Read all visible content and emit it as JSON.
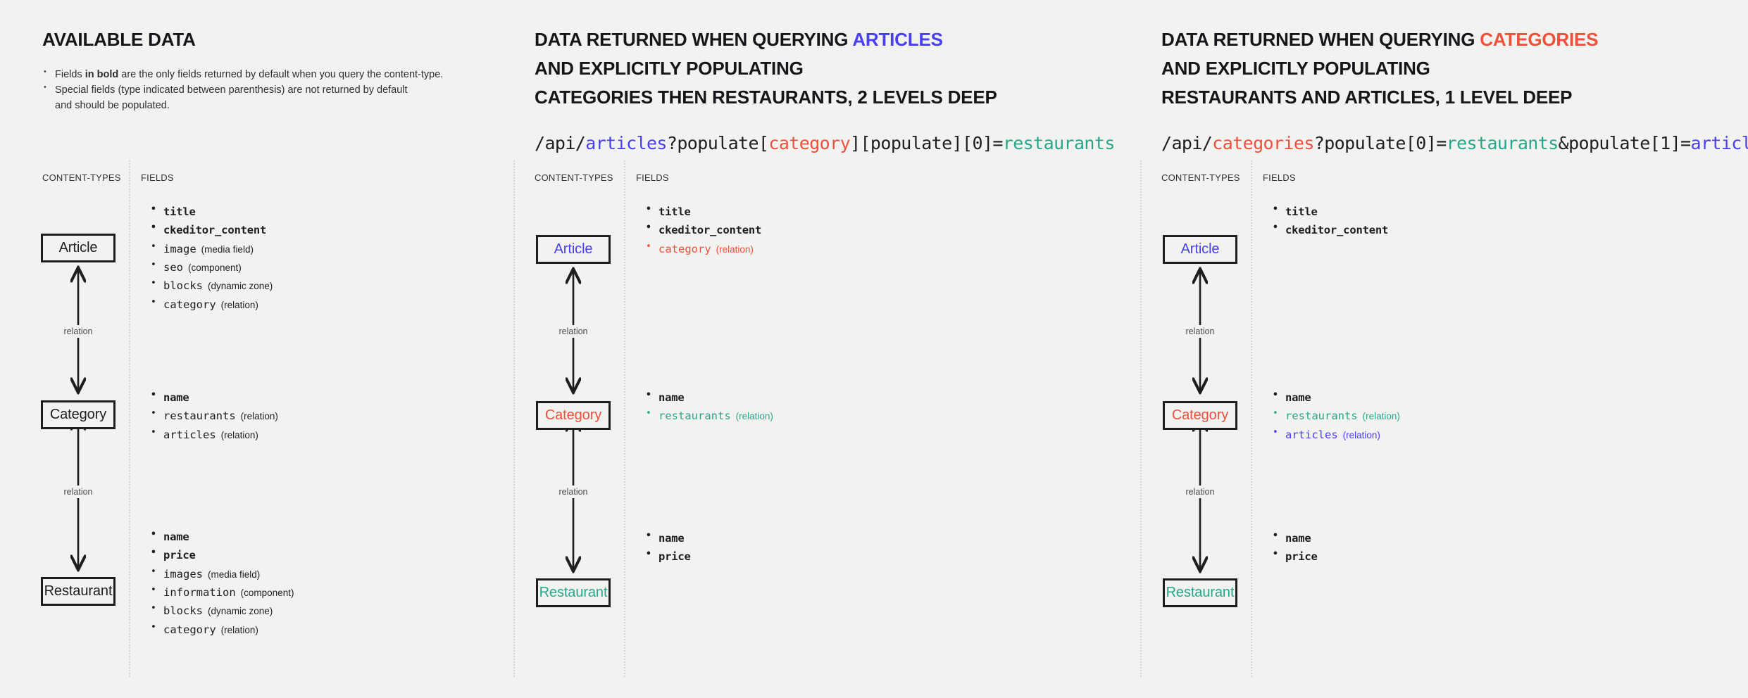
{
  "meta": {
    "background": "#f2f2f1",
    "accent_blue": "#4840ee",
    "accent_red": "#ef5039",
    "accent_teal": "#27a68a"
  },
  "panels": [
    {
      "id": "available-data",
      "title_line1": "AVAILABLE DATA",
      "bullets": [
        {
          "pre": "Fields ",
          "bold": "in bold",
          "post": " are the only fields returned by default when you query the content-type."
        },
        {
          "pre": "Special fields (type indicated between parenthesis) are not returned by default",
          "bold": "",
          "post": ""
        },
        {
          "cont": "and should be populated."
        }
      ],
      "col_labels": {
        "content_types": "CONTENT-TYPES",
        "fields": "FIELDS"
      },
      "nodes": [
        {
          "name": "Article",
          "color": "default"
        },
        {
          "name": "Category",
          "color": "default"
        },
        {
          "name": "Restaurant",
          "color": "default"
        }
      ],
      "relation_labels": [
        "relation",
        "relation"
      ],
      "field_groups": [
        {
          "for": "Article",
          "items": [
            {
              "name": "title",
              "type": "",
              "bold": true,
              "color": "default"
            },
            {
              "name": "ckeditor_content",
              "type": "",
              "bold": true,
              "color": "default"
            },
            {
              "name": "image",
              "type": "(media field)",
              "bold": false,
              "color": "default"
            },
            {
              "name": "seo",
              "type": "(component)",
              "bold": false,
              "color": "default"
            },
            {
              "name": "blocks",
              "type": "(dynamic zone)",
              "bold": false,
              "color": "default"
            },
            {
              "name": "category",
              "type": "(relation)",
              "bold": false,
              "color": "default"
            }
          ]
        },
        {
          "for": "Category",
          "items": [
            {
              "name": "name",
              "type": "",
              "bold": true,
              "color": "default"
            },
            {
              "name": "restaurants",
              "type": "(relation)",
              "bold": false,
              "color": "default"
            },
            {
              "name": "articles",
              "type": "(relation)",
              "bold": false,
              "color": "default"
            }
          ]
        },
        {
          "for": "Restaurant",
          "items": [
            {
              "name": "name",
              "type": "",
              "bold": true,
              "color": "default"
            },
            {
              "name": "price",
              "type": "",
              "bold": true,
              "color": "default"
            },
            {
              "name": "images",
              "type": "(media field)",
              "bold": false,
              "color": "default"
            },
            {
              "name": "information",
              "type": "(component)",
              "bold": false,
              "color": "default"
            },
            {
              "name": "blocks",
              "type": "(dynamic zone)",
              "bold": false,
              "color": "default"
            },
            {
              "name": "category",
              "type": "(relation)",
              "bold": false,
              "color": "default"
            }
          ]
        }
      ]
    },
    {
      "id": "querying-articles",
      "title_line1_a": "DATA RETURNED WHEN QUERYING ",
      "title_line1_hl": "ARTICLES",
      "title_line1_hl_color": "blue",
      "title_line2": "AND EXPLICITLY POPULATING",
      "title_line3": "CATEGORIES THEN RESTAURANTS, 2 LEVELS DEEP",
      "api": {
        "segments": [
          {
            "t": "/api/",
            "c": "default"
          },
          {
            "t": "articles",
            "c": "blue"
          },
          {
            "t": "?populate[",
            "c": "default"
          },
          {
            "t": "category",
            "c": "red"
          },
          {
            "t": "][populate][0]=",
            "c": "default"
          },
          {
            "t": "restaurants",
            "c": "teal"
          }
        ]
      },
      "col_labels": {
        "content_types": "CONTENT-TYPES",
        "fields": "FIELDS"
      },
      "nodes": [
        {
          "name": "Article",
          "color": "blue"
        },
        {
          "name": "Category",
          "color": "red"
        },
        {
          "name": "Restaurant",
          "color": "teal"
        }
      ],
      "relation_labels": [
        "relation",
        "relation"
      ],
      "field_groups": [
        {
          "for": "Article",
          "items": [
            {
              "name": "title",
              "type": "",
              "bold": true,
              "color": "default"
            },
            {
              "name": "ckeditor_content",
              "type": "",
              "bold": true,
              "color": "default"
            },
            {
              "name": "category",
              "type": "(relation)",
              "bold": false,
              "color": "red"
            }
          ]
        },
        {
          "for": "Category",
          "items": [
            {
              "name": "name",
              "type": "",
              "bold": true,
              "color": "default"
            },
            {
              "name": "restaurants",
              "type": "(relation)",
              "bold": false,
              "color": "teal"
            }
          ]
        },
        {
          "for": "Restaurant",
          "items": [
            {
              "name": "name",
              "type": "",
              "bold": true,
              "color": "default"
            },
            {
              "name": "price",
              "type": "",
              "bold": true,
              "color": "default"
            }
          ]
        }
      ]
    },
    {
      "id": "querying-categories",
      "title_line1_a": "DATA RETURNED WHEN QUERYING ",
      "title_line1_hl": "CATEGORIES",
      "title_line1_hl_color": "red",
      "title_line2": "AND EXPLICITLY POPULATING",
      "title_line3": "RESTAURANTS AND ARTICLES, 1 LEVEL DEEP",
      "api": {
        "segments": [
          {
            "t": "/api/",
            "c": "default"
          },
          {
            "t": "categories",
            "c": "red"
          },
          {
            "t": "?populate[0]=",
            "c": "default"
          },
          {
            "t": "restaurants",
            "c": "teal"
          },
          {
            "t": "&populate[1]=",
            "c": "default"
          },
          {
            "t": "articles",
            "c": "blue"
          }
        ]
      },
      "col_labels": {
        "content_types": "CONTENT-TYPES",
        "fields": "FIELDS"
      },
      "nodes": [
        {
          "name": "Article",
          "color": "blue"
        },
        {
          "name": "Category",
          "color": "red"
        },
        {
          "name": "Restaurant",
          "color": "teal"
        }
      ],
      "relation_labels": [
        "relation",
        "relation"
      ],
      "field_groups": [
        {
          "for": "Article",
          "items": [
            {
              "name": "title",
              "type": "",
              "bold": true,
              "color": "default"
            },
            {
              "name": "ckeditor_content",
              "type": "",
              "bold": true,
              "color": "default"
            }
          ]
        },
        {
          "for": "Category",
          "items": [
            {
              "name": "name",
              "type": "",
              "bold": true,
              "color": "default"
            },
            {
              "name": "restaurants",
              "type": "(relation)",
              "bold": false,
              "color": "teal"
            },
            {
              "name": "articles",
              "type": "(relation)",
              "bold": false,
              "color": "blue"
            }
          ]
        },
        {
          "for": "Restaurant",
          "items": [
            {
              "name": "name",
              "type": "",
              "bold": true,
              "color": "default"
            },
            {
              "name": "price",
              "type": "",
              "bold": true,
              "color": "default"
            }
          ]
        }
      ]
    }
  ]
}
